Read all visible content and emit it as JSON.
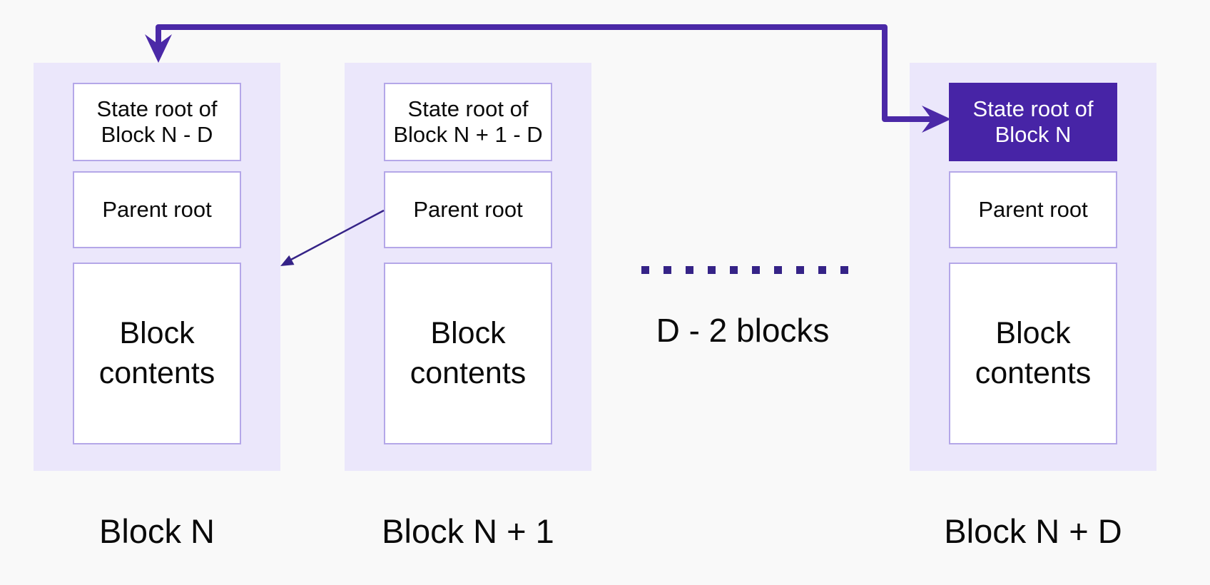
{
  "colors": {
    "background": "#f9f9f9",
    "container_fill": "#ebe7fb",
    "box_fill": "#ffffff",
    "box_border": "#b4a7e8",
    "highlight_fill": "#4724a6",
    "highlight_text": "#ffffff",
    "arrow_accent": "#4b29a7",
    "thin_arrow": "#352387",
    "text": "#0a0a0a"
  },
  "blocks": [
    {
      "label": "Block N",
      "state_root_label": "State root of Block N - D",
      "parent_root_label": "Parent root",
      "contents_label": "Block contents",
      "state_root_highlighted": false
    },
    {
      "label": "Block N + 1",
      "state_root_label": "State root of Block N + 1 - D",
      "parent_root_label": "Parent root",
      "contents_label": "Block contents",
      "state_root_highlighted": false
    },
    {
      "label": "Block N + D",
      "state_root_label": "State root of Block N",
      "parent_root_label": "Parent root",
      "contents_label": "Block contents",
      "state_root_highlighted": true
    }
  ],
  "ellipsis": {
    "label": "D - 2 blocks",
    "dot_count": 10
  },
  "arrows": [
    {
      "name": "state-root-to-block-n-arrow",
      "style": "thick",
      "double_headed": true
    },
    {
      "name": "parent-root-to-previous-block-arrow",
      "style": "thin",
      "double_headed": false
    }
  ]
}
